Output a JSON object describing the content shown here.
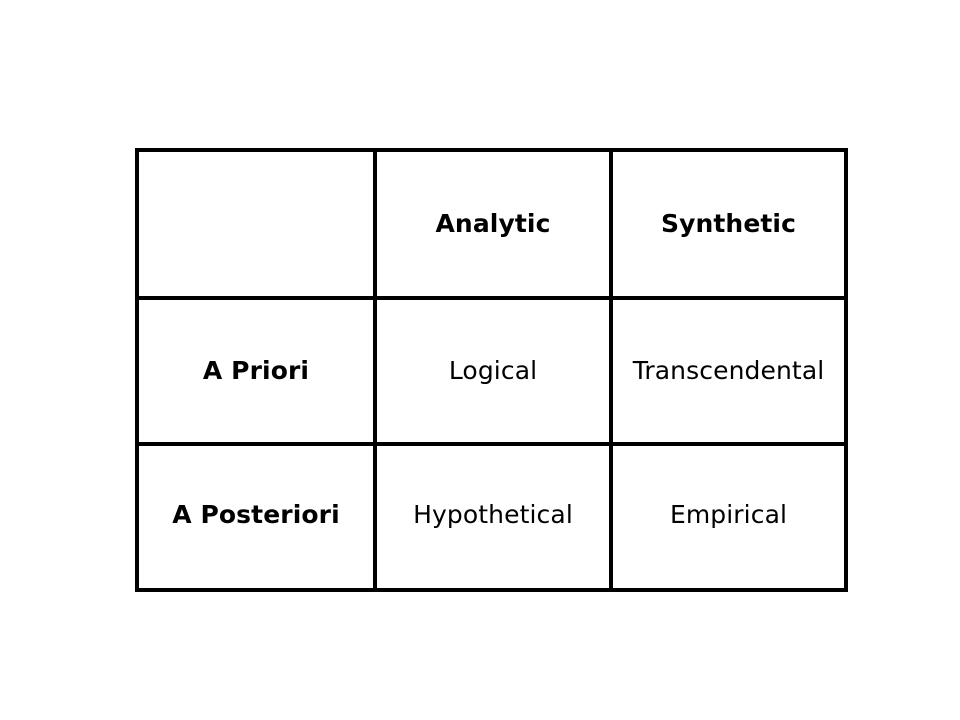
{
  "figure": {
    "kind": "matrix-table",
    "background_color": "#ffffff",
    "line_color": "#000000",
    "text_color": "#000000"
  },
  "table": {
    "corner_label": "",
    "column_headers": [
      "Analytic",
      "Synthetic"
    ],
    "row_headers": [
      "A Priori",
      "A Posteriori"
    ],
    "rows": [
      {
        "header": "A Priori",
        "cells": [
          "Logical",
          "Transcendental"
        ]
      },
      {
        "header": "A Posteriori",
        "cells": [
          "Hypothetical",
          "Empirical"
        ]
      }
    ]
  }
}
